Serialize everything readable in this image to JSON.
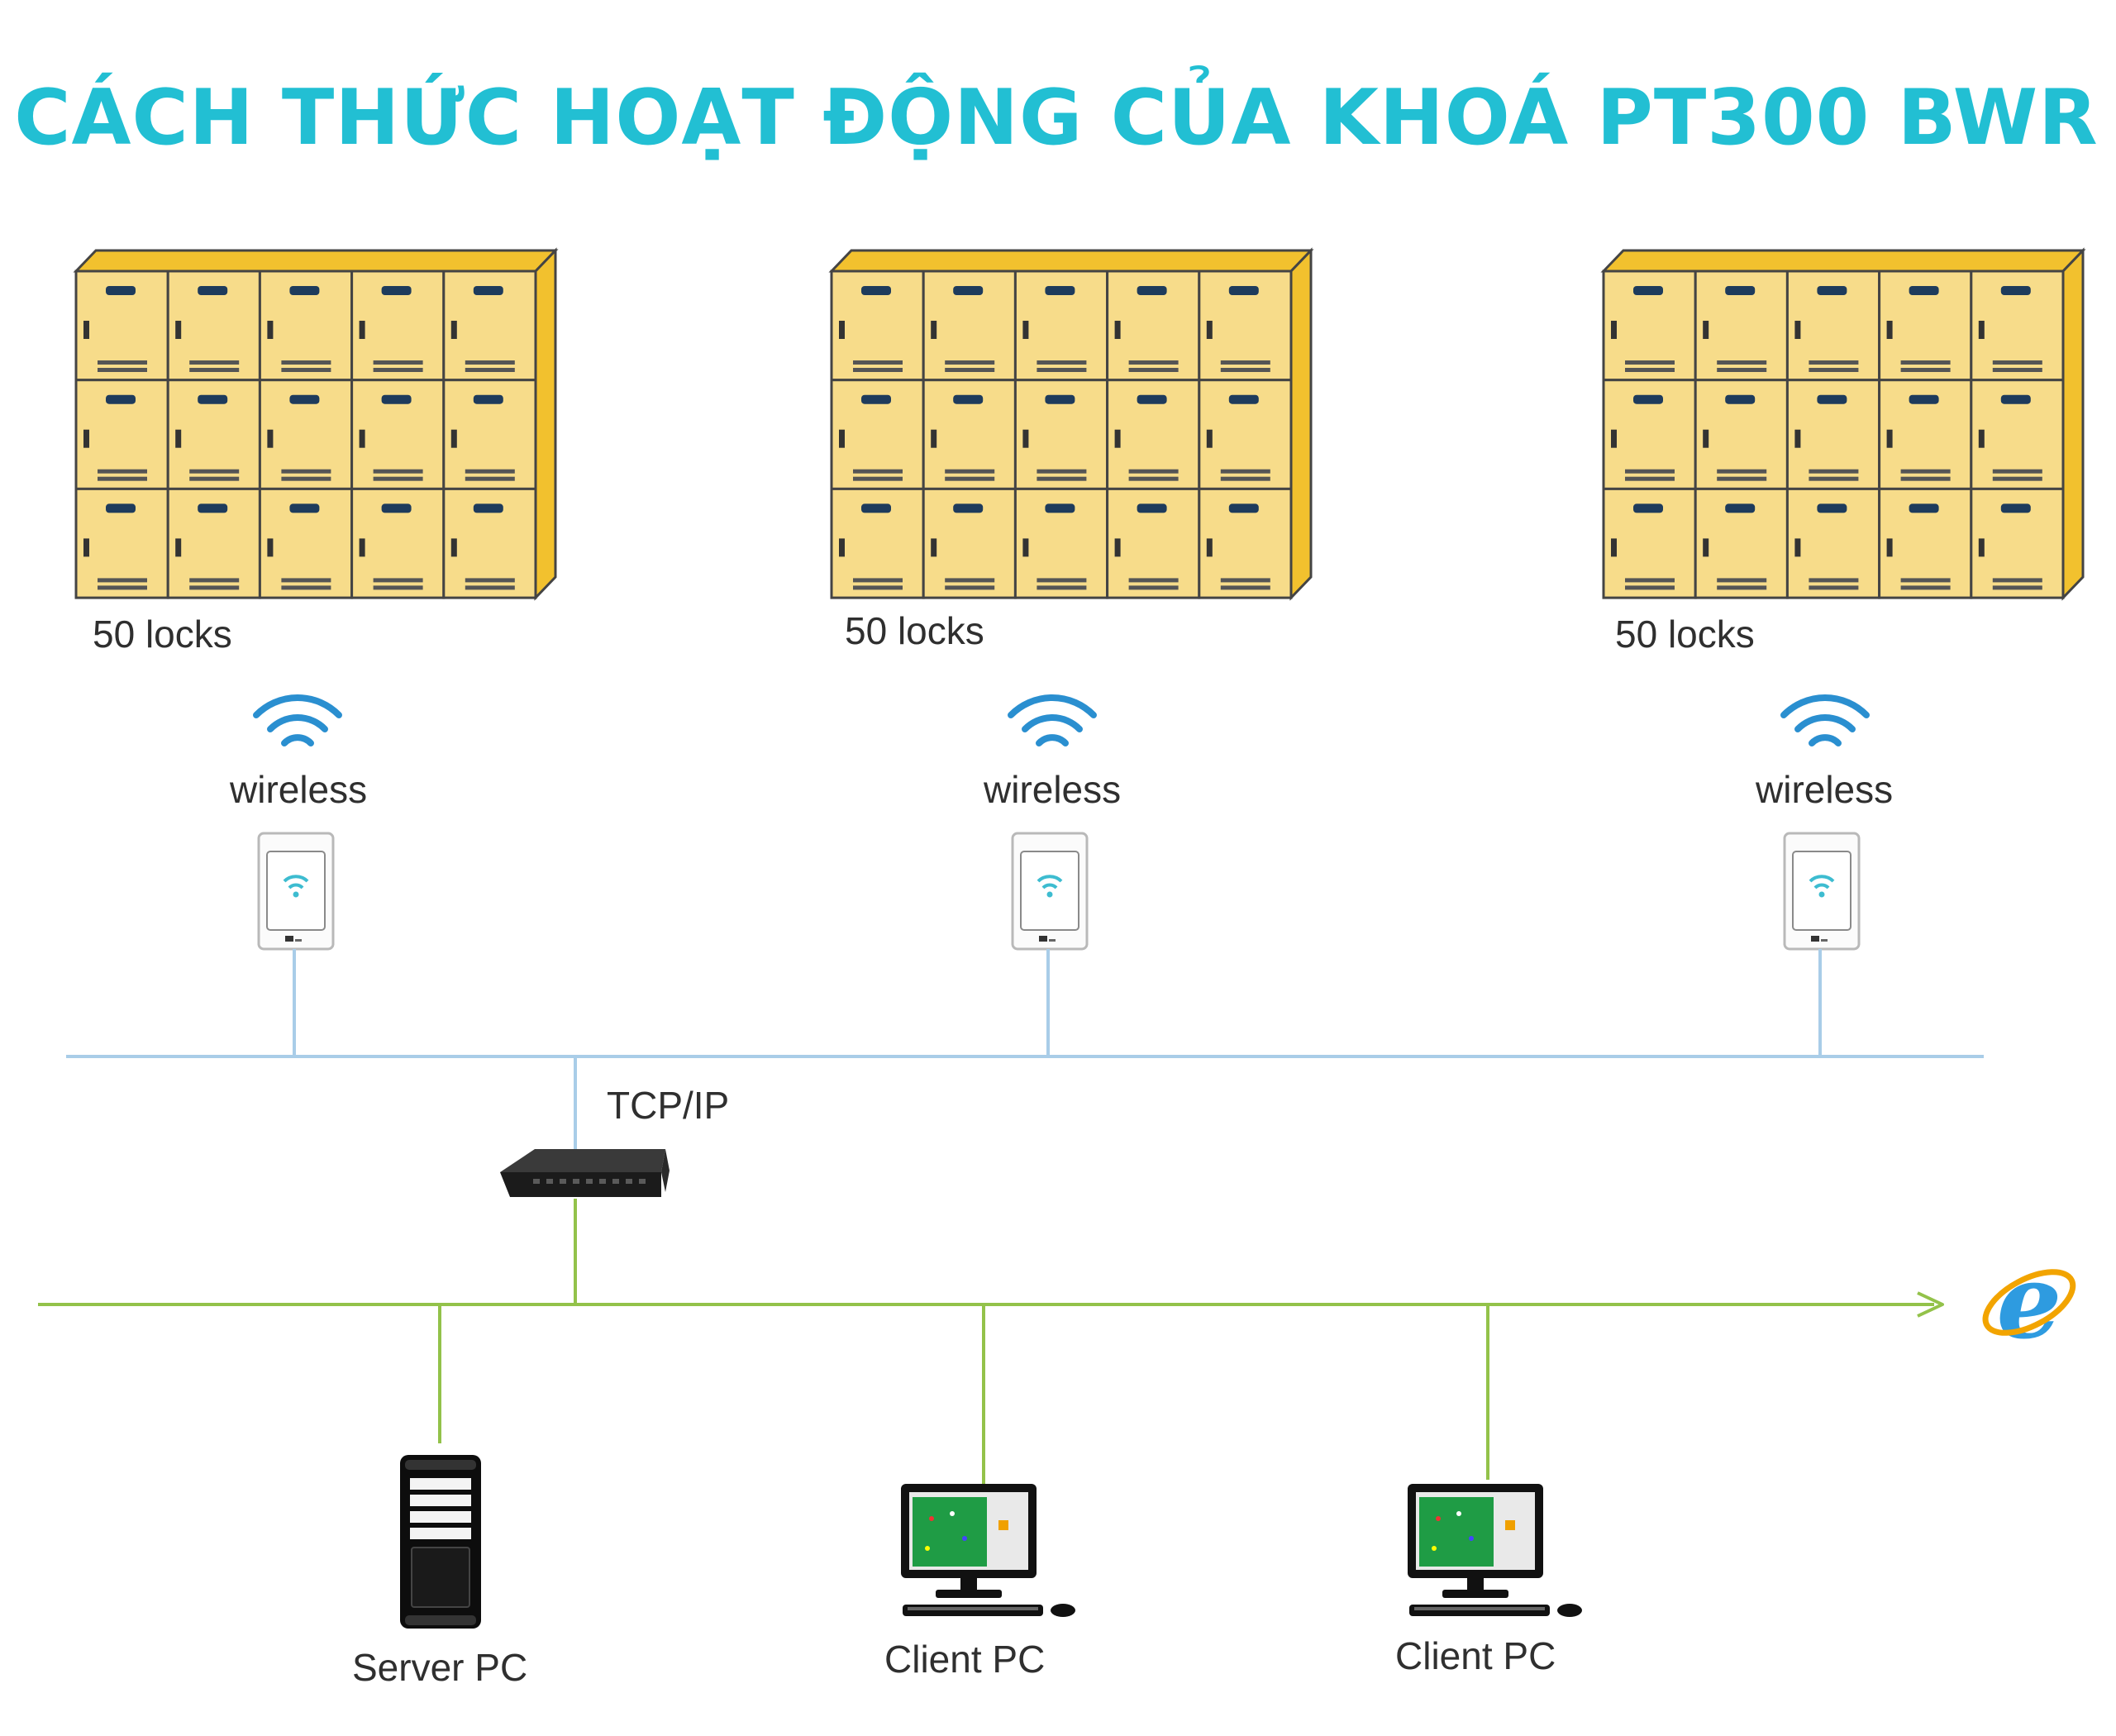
{
  "title": "CÁCH THỨC HOẠT ĐỘNG CỦA KHOÁ PT300 BWR",
  "colors": {
    "title": "#22bfd3",
    "locker_face": "#f7dc8a",
    "locker_side": "#f2c12e",
    "network_line": "#a9cde8",
    "lan_line": "#93c24a"
  },
  "locker_banks": [
    {
      "label": "50 locks"
    },
    {
      "label": "50 locks"
    },
    {
      "label": "50 locks"
    }
  ],
  "gateways": [
    {
      "label": "wireless"
    },
    {
      "label": "wireless"
    },
    {
      "label": "wireless"
    }
  ],
  "network": {
    "tcpip_label": "TCP/IP",
    "switch_icon": "network-switch-icon",
    "internet_icon": "internet-explorer-icon"
  },
  "computers": [
    {
      "label": "Server PC",
      "icon": "server-tower-icon"
    },
    {
      "label": "Client PC",
      "icon": "desktop-computer-icon"
    },
    {
      "label": "Client PC",
      "icon": "desktop-computer-icon"
    }
  ]
}
